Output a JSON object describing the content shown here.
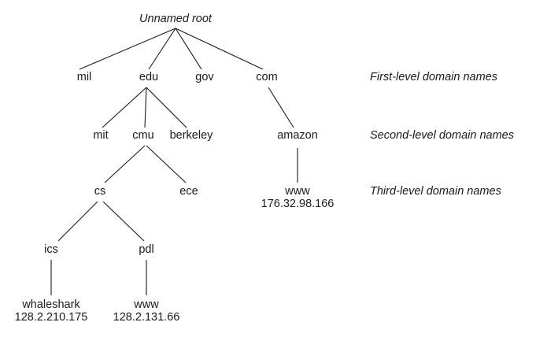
{
  "root": "Unnamed root",
  "nodes": {
    "mil": "mil",
    "edu": "edu",
    "gov": "gov",
    "com": "com",
    "mit": "mit",
    "cmu": "cmu",
    "berkeley": "berkeley",
    "amazon": "amazon",
    "cs": "cs",
    "ece": "ece",
    "amazon_www": {
      "name": "www",
      "ip": "176.32.98.166"
    },
    "ics": "ics",
    "pdl": "pdl",
    "whaleshark": {
      "name": "whaleshark",
      "ip": "128.2.210.175"
    },
    "pdl_www": {
      "name": "www",
      "ip": "128.2.131.66"
    }
  },
  "levels": {
    "first": "First-level domain names",
    "second": "Second-level domain names",
    "third": "Third-level domain names"
  }
}
